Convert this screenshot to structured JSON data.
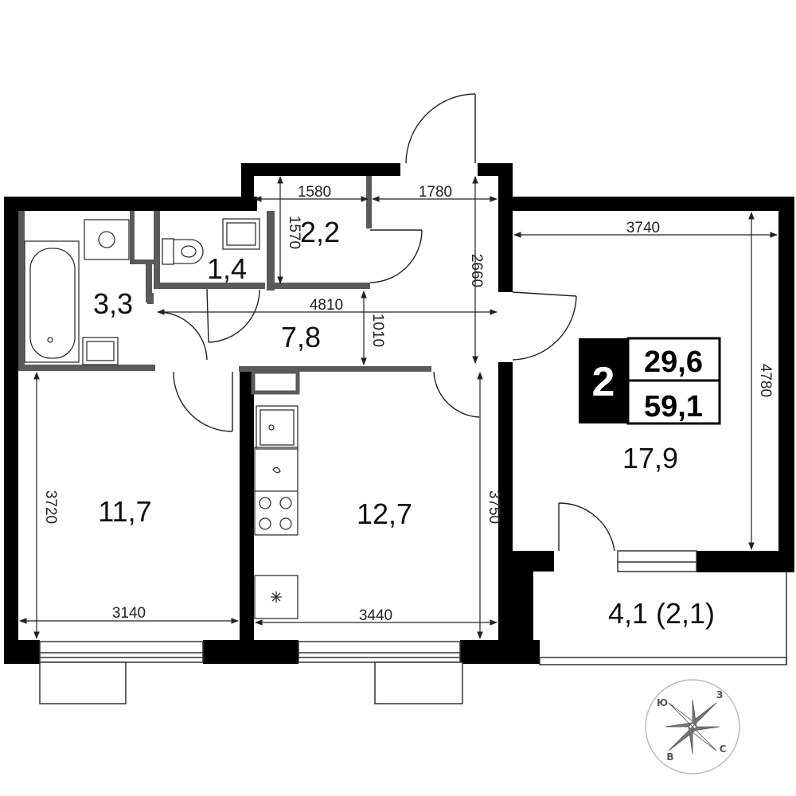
{
  "plan": {
    "rooms_count": "2",
    "living_area": "29,6",
    "total_area": "59,1",
    "rooms": [
      {
        "id": "bathroom",
        "area": "3,3"
      },
      {
        "id": "toilet",
        "area": "1,4"
      },
      {
        "id": "storage",
        "area": "2,2"
      },
      {
        "id": "hallway",
        "area": "7,8"
      },
      {
        "id": "bedroom-left",
        "area": "11,7"
      },
      {
        "id": "kitchen",
        "area": "12,7"
      },
      {
        "id": "bedroom-right",
        "area": "17,9"
      },
      {
        "id": "balcony",
        "area": "4,1 (2,1)"
      }
    ],
    "dimensions": [
      {
        "id": "storage-width",
        "value": "1580"
      },
      {
        "id": "storage-depth",
        "value": "1570"
      },
      {
        "id": "corridor-width",
        "value": "1780"
      },
      {
        "id": "corridor-length",
        "value": "2660"
      },
      {
        "id": "hall-length",
        "value": "4810"
      },
      {
        "id": "hall-depth",
        "value": "1010"
      },
      {
        "id": "room-right-width",
        "value": "3740"
      },
      {
        "id": "room-right-depth",
        "value": "4780"
      },
      {
        "id": "room-left-depth",
        "value": "3720"
      },
      {
        "id": "room-left-width",
        "value": "3140"
      },
      {
        "id": "kitchen-depth",
        "value": "3750"
      },
      {
        "id": "kitchen-width",
        "value": "3440"
      }
    ],
    "compass": {
      "ne": "З",
      "nw": "Ю",
      "sw": "В",
      "se": "С"
    }
  }
}
